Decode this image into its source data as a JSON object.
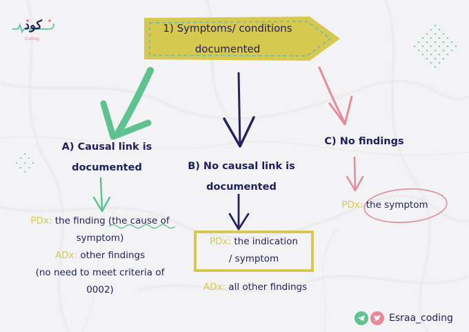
{
  "logo": {
    "text": "كود",
    "subtext": "Coding"
  },
  "top": {
    "line1": "1) Symptoms/ conditions",
    "line2": "documented"
  },
  "branch_a": {
    "heading_line1": "A) Causal link is",
    "heading_line2": "documented",
    "pdx_label": "PDx:",
    "pdx_text": "the finding",
    "pdx_highlight": "(the cause of",
    "pdx_line2": "symptom)",
    "adx_label": "ADx:",
    "adx_text": "other findings",
    "note_line1": "(no need to meet criteria of",
    "note_line2": "0002)"
  },
  "branch_b": {
    "heading_line1": "B) No causal link is",
    "heading_line2": "documented",
    "pdx_label": "PDx:",
    "pdx_text": "the indication",
    "pdx_line2": "/ symptom",
    "adx_label": "ADx:",
    "adx_text": "all other findings"
  },
  "branch_c": {
    "heading": "C) No findings",
    "pdx_label": "PDx:",
    "pdx_text": "the symptom"
  },
  "footer": {
    "handle": "Esraa_coding",
    "icons": [
      "telegram-icon",
      "twitter-icon"
    ]
  },
  "colors": {
    "navy": "#23215f",
    "yellow": "#d7c84e",
    "green": "#5ec28f",
    "pink": "#e58a96"
  }
}
